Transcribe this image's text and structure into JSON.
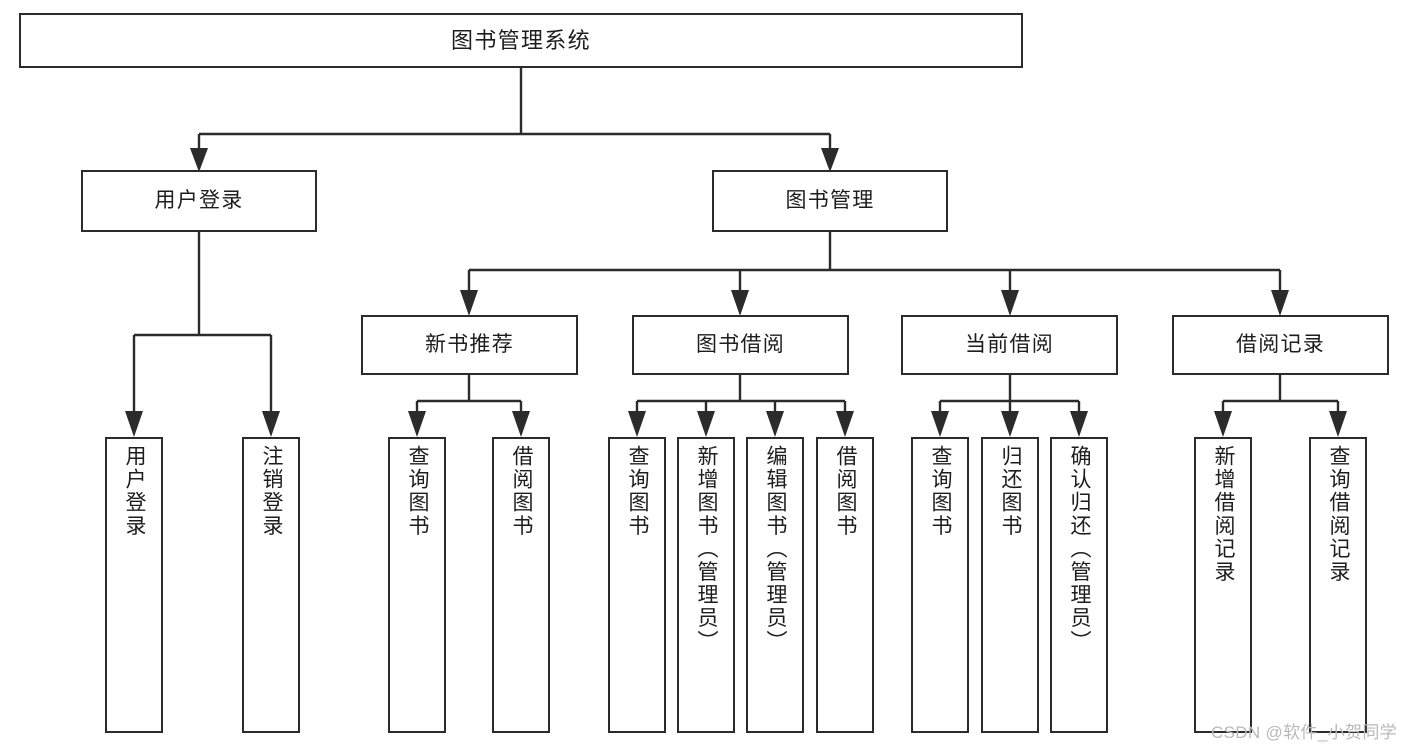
{
  "diagram": {
    "title": "图书管理系统",
    "watermark": "CSDN @软件_小贺同学",
    "accent_border_color": "#2b2b2b",
    "background_color": "#ffffff",
    "text_color": "#1d1d1d",
    "watermark_color": "#b9b9b9"
  },
  "chart_data": {
    "type": "diagram",
    "title": "图书管理系统",
    "root": {
      "label": "图书管理系统",
      "children": [
        {
          "label": "用户登录",
          "children": [
            {
              "label": "用户登录"
            },
            {
              "label": "注销登录"
            }
          ]
        },
        {
          "label": "图书管理",
          "children": [
            {
              "label": "新书推荐",
              "children": [
                {
                  "label": "查询图书"
                },
                {
                  "label": "借阅图书"
                }
              ]
            },
            {
              "label": "图书借阅",
              "children": [
                {
                  "label": "查询图书"
                },
                {
                  "label": "新增图书（管理员）"
                },
                {
                  "label": "编辑图书（管理员）"
                },
                {
                  "label": "借阅图书"
                }
              ]
            },
            {
              "label": "当前借阅",
              "children": [
                {
                  "label": "查询图书"
                },
                {
                  "label": "归还图书"
                },
                {
                  "label": "确认归还（管理员）"
                }
              ]
            },
            {
              "label": "借阅记录",
              "children": [
                {
                  "label": "新增借阅记录"
                },
                {
                  "label": "查询借阅记录"
                }
              ]
            }
          ]
        }
      ]
    }
  },
  "nodes": {
    "root": {
      "label": "图书管理系统"
    },
    "level2": {
      "user_login": {
        "label": "用户登录"
      },
      "book_manage": {
        "label": "图书管理"
      }
    },
    "level3": {
      "new_book_rec": {
        "label": "新书推荐"
      },
      "book_borrow": {
        "label": "图书借阅"
      },
      "current_borrow": {
        "label": "当前借阅"
      },
      "borrow_record": {
        "label": "借阅记录"
      }
    },
    "leaves": {
      "user_login_1": {
        "label": "用户登录"
      },
      "user_login_2": {
        "label": "注销登录"
      },
      "new_book_1": {
        "label": "查询图书"
      },
      "new_book_2": {
        "label": "借阅图书"
      },
      "borrow_1": {
        "label": "查询图书"
      },
      "borrow_2": {
        "label": "新增图书（管理员）"
      },
      "borrow_3": {
        "label": "编辑图书（管理员）"
      },
      "borrow_4": {
        "label": "借阅图书"
      },
      "current_1": {
        "label": "查询图书"
      },
      "current_2": {
        "label": "归还图书"
      },
      "current_3": {
        "label": "确认归还（管理员）"
      },
      "record_1": {
        "label": "新增借阅记录"
      },
      "record_2": {
        "label": "查询借阅记录"
      }
    }
  }
}
